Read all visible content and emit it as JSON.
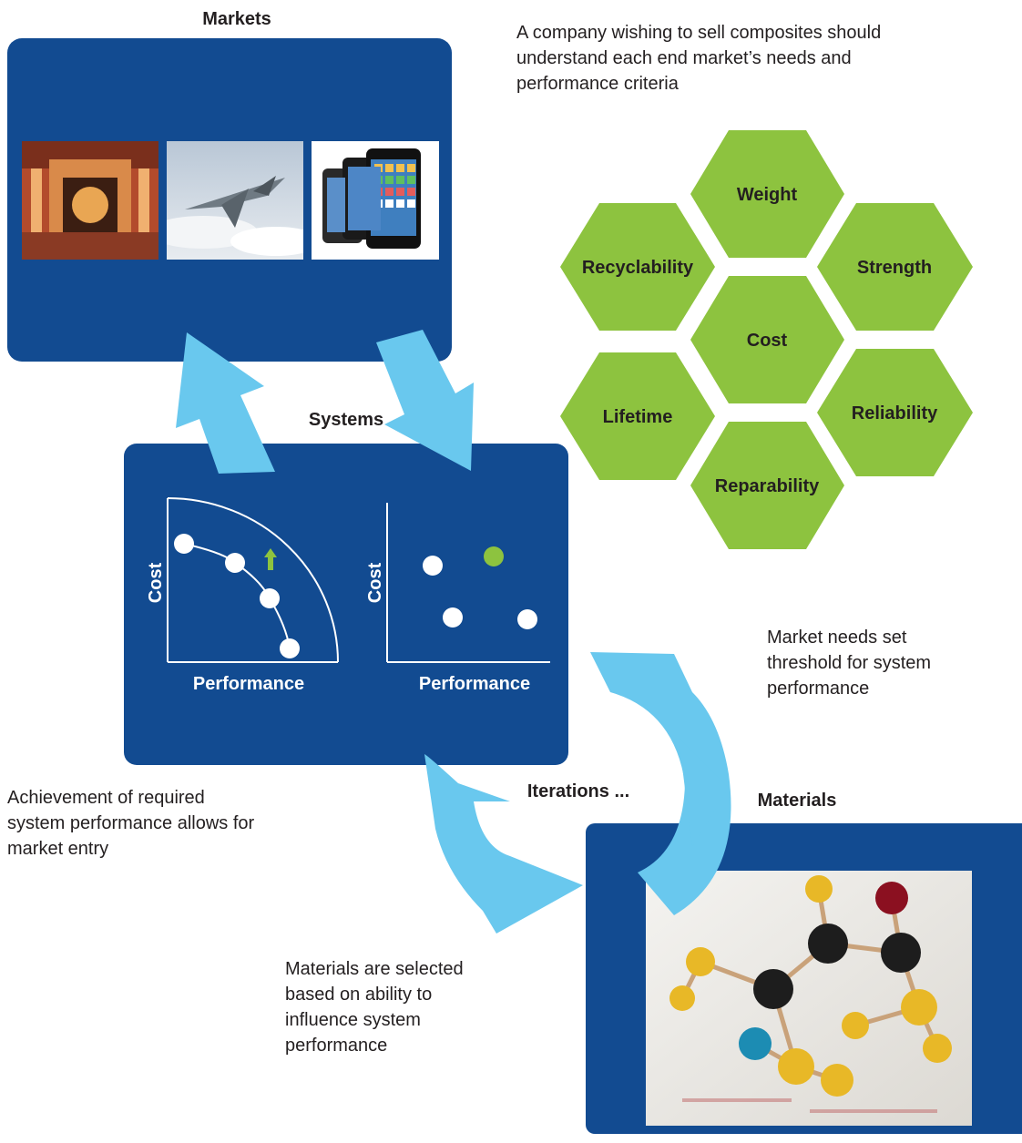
{
  "markets": {
    "title": "Markets",
    "images": [
      "factory-photo",
      "fighter-jet-photo",
      "smartphones-photo"
    ]
  },
  "systems": {
    "title": "Systems",
    "left_plot": {
      "xlabel": "Performance",
      "ylabel": "Cost"
    },
    "right_plot": {
      "xlabel": "Performance",
      "ylabel": "Cost"
    }
  },
  "materials": {
    "title": "Materials",
    "image": "molecule-model-photo"
  },
  "notes": {
    "intro": "A company wishing to sell composites should understand each end market’s needs and performance criteria",
    "market_needs": "Market needs set threshold for system performance",
    "achievement": "Achievement of required system performance allows for market entry",
    "materials_selected": "Materials are selected based on ability to influence system performance",
    "iterations": "Iterations ..."
  },
  "criteria": {
    "weight": "Weight",
    "recyclability": "Recyclability",
    "strength": "Strength",
    "cost": "Cost",
    "lifetime": "Lifetime",
    "reliability": "Reliability",
    "reparability": "Reparability"
  },
  "colors": {
    "panel": "#124b91",
    "arrow": "#69c8ee",
    "hex": "#8dc33f",
    "highlight": "#8dc33f"
  }
}
